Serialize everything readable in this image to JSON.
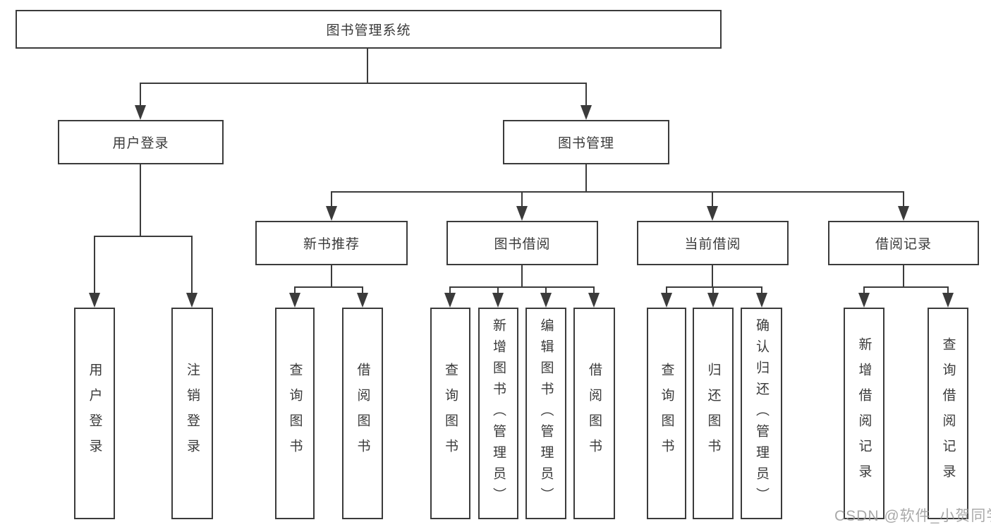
{
  "title": "图书管理系统",
  "colors": {
    "line": "#3b3b3b",
    "box_border": "#3b3b3b",
    "text": "#3a3a3a",
    "background": "#ffffff",
    "watermark": "#9a9a9a"
  },
  "watermark": {
    "text": "CSDN @软件_小贺同学"
  },
  "tree": {
    "root": {
      "label": "图书管理系统",
      "children": [
        {
          "label": "用户登录",
          "children": [
            {
              "label": "用户登录"
            },
            {
              "label": "注销登录"
            }
          ]
        },
        {
          "label": "图书管理",
          "children": [
            {
              "label": "新书推荐",
              "children": [
                {
                  "label": "查询图书"
                },
                {
                  "label": "借阅图书"
                }
              ]
            },
            {
              "label": "图书借阅",
              "children": [
                {
                  "label": "查询图书"
                },
                {
                  "label": "新增图书（管理员）"
                },
                {
                  "label": "编辑图书（管理员）"
                },
                {
                  "label": "借阅图书"
                }
              ]
            },
            {
              "label": "当前借阅",
              "children": [
                {
                  "label": "查询图书"
                },
                {
                  "label": "归还图书"
                },
                {
                  "label": "确认归还（管理员）"
                }
              ]
            },
            {
              "label": "借阅记录",
              "children": [
                {
                  "label": "新增借阅记录"
                },
                {
                  "label": "查询借阅记录"
                }
              ]
            }
          ]
        }
      ]
    }
  }
}
